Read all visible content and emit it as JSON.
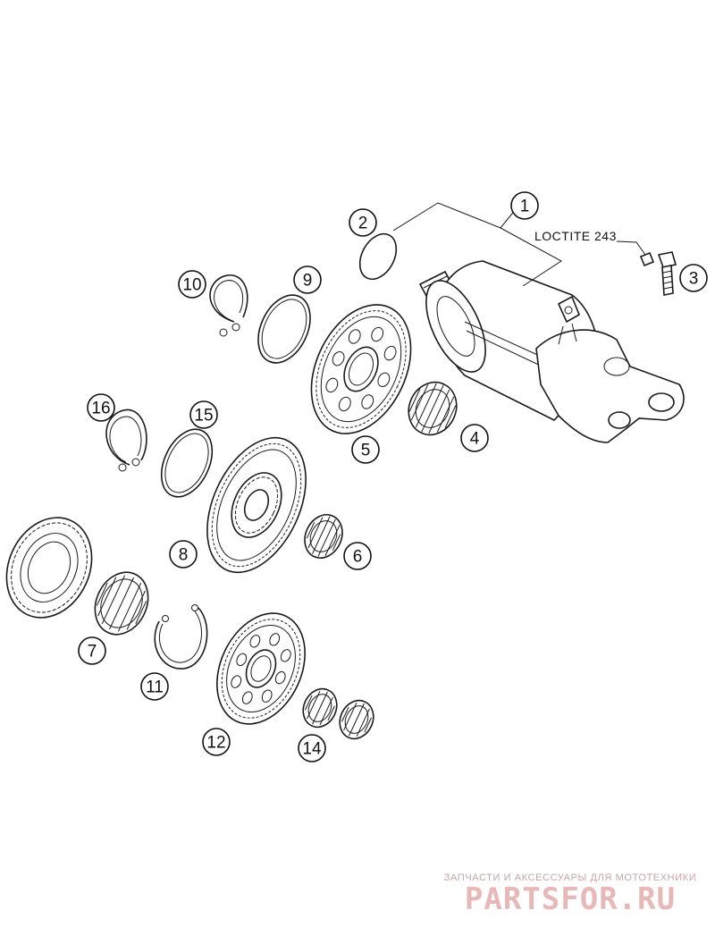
{
  "diagram": {
    "note": "LOCTITE 243",
    "callouts": [
      "1",
      "2",
      "3",
      "4",
      "5",
      "6",
      "7",
      "8",
      "9",
      "10",
      "11",
      "12",
      "14",
      "15",
      "16"
    ]
  },
  "watermark": {
    "caption": "ЗАПЧАСТИ И АКСЕССУАРЫ ДЛЯ МОТОТЕХНИКИ",
    "logo": "PARTSFOR.RU"
  }
}
